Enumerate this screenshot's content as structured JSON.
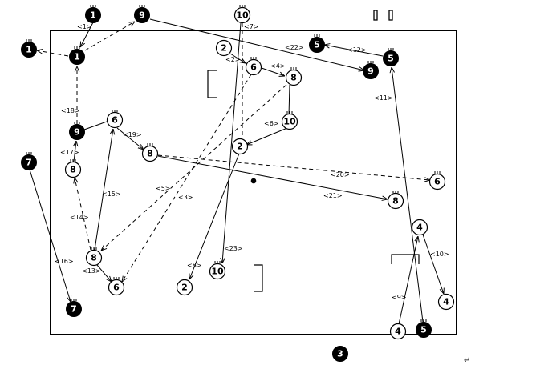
{
  "diagram": {
    "players": [
      {
        "id": "b1a",
        "num": "1",
        "team": "black"
      },
      {
        "id": "b1b",
        "num": "1",
        "team": "black"
      },
      {
        "id": "b1c",
        "num": "1",
        "team": "black"
      },
      {
        "id": "b9a",
        "num": "9",
        "team": "black"
      },
      {
        "id": "b9b",
        "num": "9",
        "team": "black"
      },
      {
        "id": "b9c",
        "num": "9",
        "team": "black"
      },
      {
        "id": "b5a",
        "num": "5",
        "team": "black"
      },
      {
        "id": "b5b",
        "num": "5",
        "team": "black"
      },
      {
        "id": "b5c",
        "num": "5",
        "team": "black"
      },
      {
        "id": "b7a",
        "num": "7",
        "team": "black"
      },
      {
        "id": "b7b",
        "num": "7",
        "team": "black"
      },
      {
        "id": "b3a",
        "num": "3",
        "team": "black"
      },
      {
        "id": "w10a",
        "num": "10",
        "team": "white"
      },
      {
        "id": "w10b",
        "num": "10",
        "team": "white"
      },
      {
        "id": "w10c",
        "num": "10",
        "team": "white"
      },
      {
        "id": "w2a",
        "num": "2",
        "team": "white"
      },
      {
        "id": "w2b",
        "num": "2",
        "team": "white"
      },
      {
        "id": "w2c",
        "num": "2",
        "team": "white"
      },
      {
        "id": "w6a",
        "num": "6",
        "team": "white"
      },
      {
        "id": "w6b",
        "num": "6",
        "team": "white"
      },
      {
        "id": "w6c",
        "num": "6",
        "team": "white"
      },
      {
        "id": "w6d",
        "num": "6",
        "team": "white"
      },
      {
        "id": "w8a",
        "num": "8",
        "team": "white"
      },
      {
        "id": "w8b",
        "num": "8",
        "team": "white"
      },
      {
        "id": "w8c",
        "num": "8",
        "team": "white"
      },
      {
        "id": "w8d",
        "num": "8",
        "team": "white"
      },
      {
        "id": "w8e",
        "num": "8",
        "team": "white"
      },
      {
        "id": "w4a",
        "num": "4",
        "team": "white"
      },
      {
        "id": "w4b",
        "num": "4",
        "team": "white"
      },
      {
        "id": "w4c",
        "num": "4",
        "team": "white"
      }
    ],
    "step_labels": [
      {
        "id": "s1",
        "text": "<1>"
      },
      {
        "id": "s2",
        "text": "<2>"
      },
      {
        "id": "s3",
        "text": "<3>"
      },
      {
        "id": "s4",
        "text": "<4>"
      },
      {
        "id": "s5",
        "text": "<5>"
      },
      {
        "id": "s6",
        "text": "<6>"
      },
      {
        "id": "s7",
        "text": "<7>"
      },
      {
        "id": "s8",
        "text": "<8>"
      },
      {
        "id": "s9",
        "text": "<9>"
      },
      {
        "id": "s10",
        "text": "<10>"
      },
      {
        "id": "s11",
        "text": "<11>"
      },
      {
        "id": "s12",
        "text": "<12>"
      },
      {
        "id": "s13",
        "text": "<13>"
      },
      {
        "id": "s14",
        "text": "<14>"
      },
      {
        "id": "s15",
        "text": "<15>"
      },
      {
        "id": "s16",
        "text": "<16>"
      },
      {
        "id": "s17",
        "text": "<17>"
      },
      {
        "id": "s18",
        "text": "<18>"
      },
      {
        "id": "s19",
        "text": "<19>"
      },
      {
        "id": "s20",
        "text": "<20>"
      },
      {
        "id": "s21",
        "text": "<21>"
      },
      {
        "id": "s22",
        "text": "<22>"
      },
      {
        "id": "s23",
        "text": "<23>"
      }
    ],
    "return_mark": "↵",
    "colors": {
      "line": "#000000",
      "black_player": "#000000",
      "white_player": "#ffffff"
    }
  }
}
